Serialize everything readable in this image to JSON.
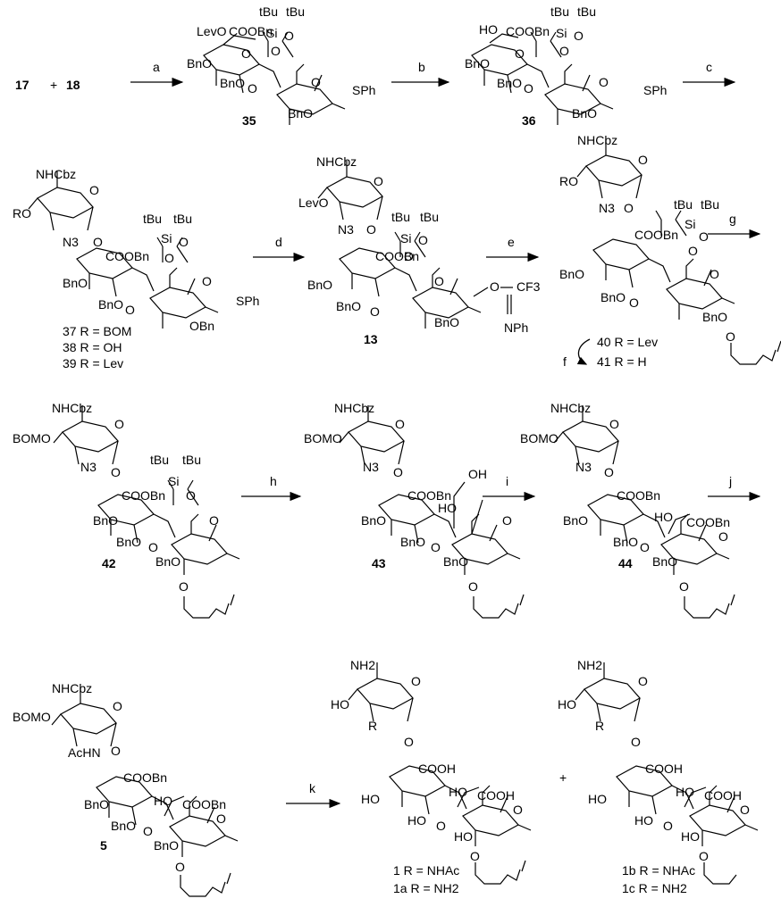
{
  "start": {
    "a": "17",
    "plus": "+",
    "b": "18"
  },
  "reagents": {
    "a": "a",
    "b": "b",
    "c": "c",
    "d": "d",
    "e": "e",
    "f": "f",
    "g": "g",
    "h": "h",
    "i": "i",
    "j": "j",
    "k": "k"
  },
  "compounds": {
    "c35": {
      "number": "35",
      "labels": [
        "Lev",
        "O",
        "COOBn",
        "tBu",
        "tBu",
        "Si",
        "O",
        "O",
        "O",
        "BnO",
        "O",
        "BnO",
        "O",
        "O",
        "SPh",
        "BnO"
      ]
    },
    "c36": {
      "number": "36",
      "labels": [
        "HO",
        "COOBn",
        "tBu",
        "tBu",
        "Si",
        "O",
        "O",
        "O",
        "BnO",
        "O",
        "BnO",
        "O",
        "O",
        "SPh",
        "BnO"
      ]
    },
    "c37": {
      "labels": [
        "NHCbz",
        "O",
        "RO",
        "N3",
        "O",
        "COOBn",
        "tBu",
        "tBu",
        "Si",
        "O",
        "O",
        "BnO",
        "O",
        "BnO",
        "O",
        "O",
        "SPh",
        "OBn"
      ],
      "variants": [
        "37 R = BOM",
        "38 R = OH",
        "39 R = Lev"
      ]
    },
    "c13": {
      "number": "13",
      "labels": [
        "NHCbz",
        "O",
        "LevO",
        "N3",
        "O",
        "COOBn",
        "tBu",
        "tBu",
        "Si",
        "O",
        "O",
        "BnO",
        "O",
        "BnO",
        "O",
        "O",
        "CF3",
        "NPh",
        "BnO"
      ]
    },
    "c40": {
      "labels": [
        "NHCbz",
        "O",
        "RO",
        "N3",
        "O",
        "COOBn",
        "tBu",
        "tBu",
        "Si",
        "O",
        "O",
        "BnO",
        "O",
        "BnO",
        "O",
        "O",
        "BnO"
      ],
      "variants": [
        "40 R = Lev",
        "41 R = H"
      ]
    },
    "c42": {
      "number": "42",
      "labels": [
        "NHCbz",
        "BOMO",
        "O",
        "N3",
        "O",
        "COOBn",
        "tBu",
        "tBu",
        "Si",
        "O",
        "BnO",
        "O",
        "BnO",
        "O",
        "O",
        "BnO",
        "O"
      ]
    },
    "c43": {
      "number": "43",
      "labels": [
        "NHCbz",
        "BOMO",
        "O",
        "N3",
        "O",
        "COOBn",
        "OH",
        "BnO",
        "HO",
        "O",
        "BnO",
        "O",
        "O",
        "BnO",
        "O"
      ]
    },
    "c44": {
      "number": "44",
      "labels": [
        "NHCbz",
        "BOMO",
        "O",
        "N3",
        "O",
        "COOBn",
        "BnO",
        "HO",
        "COOBn",
        "O",
        "BnO",
        "O",
        "O",
        "BnO",
        "O"
      ]
    },
    "c5": {
      "number": "5",
      "labels": [
        "NHCbz",
        "BOMO",
        "O",
        "AcHN",
        "O",
        "COOBn",
        "BnO",
        "HO",
        "COOBn",
        "O",
        "BnO",
        "O",
        "O",
        "BnO",
        "O"
      ]
    },
    "c1": {
      "labels": [
        "NH2",
        "HO",
        "O",
        "R",
        "O",
        "COOH",
        "HO",
        "HO",
        "COOH",
        "O",
        "HO",
        "O",
        "O",
        "HO",
        "O"
      ],
      "variants": [
        "1 R = NHAc",
        "1a R = NH2"
      ]
    },
    "c1b": {
      "labels": [
        "NH2",
        "HO",
        "O",
        "R",
        "O",
        "COOH",
        "HO",
        "HO",
        "COOH",
        "O",
        "HO",
        "O",
        "O",
        "HO",
        "O"
      ],
      "variants": [
        "1b R = NHAc",
        "1c R = NH2"
      ]
    },
    "plus2": "+"
  }
}
